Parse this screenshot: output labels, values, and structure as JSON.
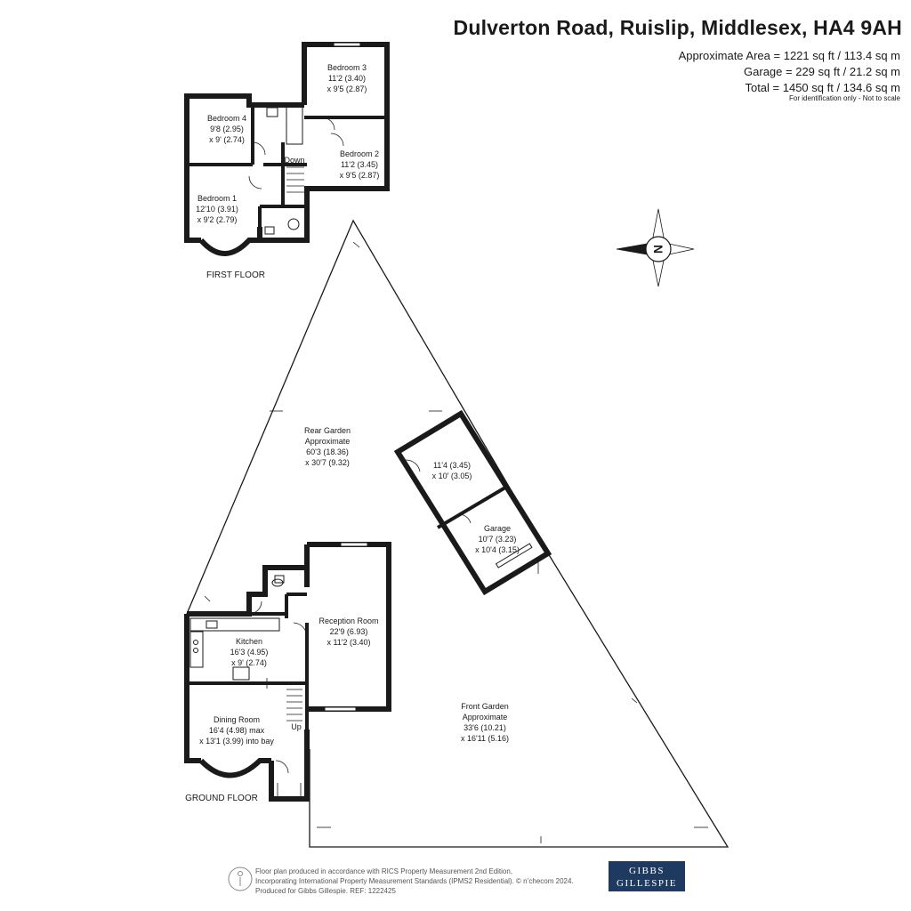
{
  "header": {
    "title": "Dulverton Road, Ruislip, Middlesex, HA4 9AH",
    "approx_area": "Approximate Area = 1221 sq ft / 113.4 sq m",
    "garage_area": "Garage = 229 sq ft / 21.2 sq m",
    "total_area": "Total = 1450 sq ft / 134.6 sq m",
    "note": "For identification only - Not to scale"
  },
  "first_floor": {
    "label": "FIRST FLOOR",
    "rooms": {
      "bedroom3": {
        "name": "Bedroom 3",
        "dim1": "11'2 (3.40)",
        "dim2": "x 9'5 (2.87)"
      },
      "bedroom4": {
        "name": "Bedroom 4",
        "dim1": "9'8 (2.95)",
        "dim2": "x 9' (2.74)"
      },
      "bedroom2": {
        "name": "Bedroom 2",
        "dim1": "11'2 (3.45)",
        "dim2": "x 9'5 (2.87)"
      },
      "bedroom1": {
        "name": "Bedroom 1",
        "dim1": "12'10 (3.91)",
        "dim2": "x 9'2 (2.79)"
      },
      "stairs": "Down"
    }
  },
  "ground_floor": {
    "label": "GROUND FLOOR",
    "rooms": {
      "reception": {
        "name": "Reception Room",
        "dim1": "22'9 (6.93)",
        "dim2": "x 11'2 (3.40)"
      },
      "kitchen": {
        "name": "Kitchen",
        "dim1": "16'3 (4.95)",
        "dim2": "x 9' (2.74)"
      },
      "dining": {
        "name": "Dining Room",
        "dim1": "16'4 (4.98) max",
        "dim2": "x 13'1 (3.99) into bay"
      },
      "stairs": "Up"
    }
  },
  "outdoor": {
    "rear_garden": {
      "line1": "Rear Garden",
      "line2": "Approximate",
      "dim1": "60'3 (18.36)",
      "dim2": "x 30'7 (9.32)"
    },
    "front_garden": {
      "line1": "Front Garden",
      "line2": "Approximate",
      "dim1": "33'6 (10.21)",
      "dim2": "x 16'11 (5.16)"
    },
    "store": {
      "dim1": "11'4 (3.45)",
      "dim2": "x 10' (3.05)"
    },
    "garage": {
      "name": "Garage",
      "dim1": "10'7 (3.23)",
      "dim2": "x 10'4 (3.15)"
    }
  },
  "compass": {
    "letter": "N",
    "icon": "compass-icon"
  },
  "footer": {
    "line1": "Floor plan produced in accordance with RICS Property Measurement 2nd Edition,",
    "line2": "Incorporating International Property Measurement Standards (IPMS2 Residential).",
    "copyright": "© n’checom 2024.",
    "line3": "Produced for Gibbs Gillespie.",
    "ref": "REF: 1222425",
    "logo_line1": "GIBBS",
    "logo_line2": "GILLESPIE"
  },
  "colors": {
    "wall": "#1a1a1a",
    "brand": "#1f3a60",
    "text": "#1a1a1a"
  }
}
